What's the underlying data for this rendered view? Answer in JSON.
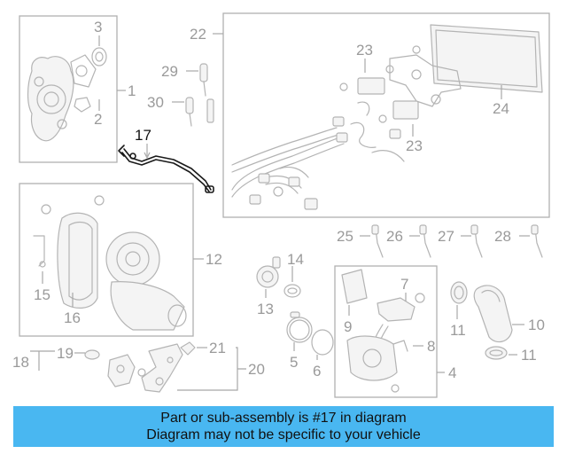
{
  "diagram": {
    "callouts": {
      "c1": "1",
      "c2": "2",
      "c3": "3",
      "c4": "4",
      "c5": "5",
      "c6": "6",
      "c7": "7",
      "c8": "8",
      "c9": "9",
      "c10": "10",
      "c11a": "11",
      "c11b": "11",
      "c12": "12",
      "c13": "13",
      "c14": "14",
      "c15": "15",
      "c16": "16",
      "c17": "17",
      "c18": "18",
      "c19": "19",
      "c20": "20",
      "c21": "21",
      "c22": "22",
      "c23a": "23",
      "c23b": "23",
      "c24": "24",
      "c25": "25",
      "c26": "26",
      "c27": "27",
      "c28": "28",
      "c29": "29",
      "c30": "30"
    },
    "highlight_color": "#1a1a1a",
    "line_color": "#b4b4b4"
  },
  "banner": {
    "line1": "Part or sub-assembly is #17 in diagram",
    "line2": "Diagram may not be specific to your vehicle",
    "background": "#49b7f1"
  }
}
